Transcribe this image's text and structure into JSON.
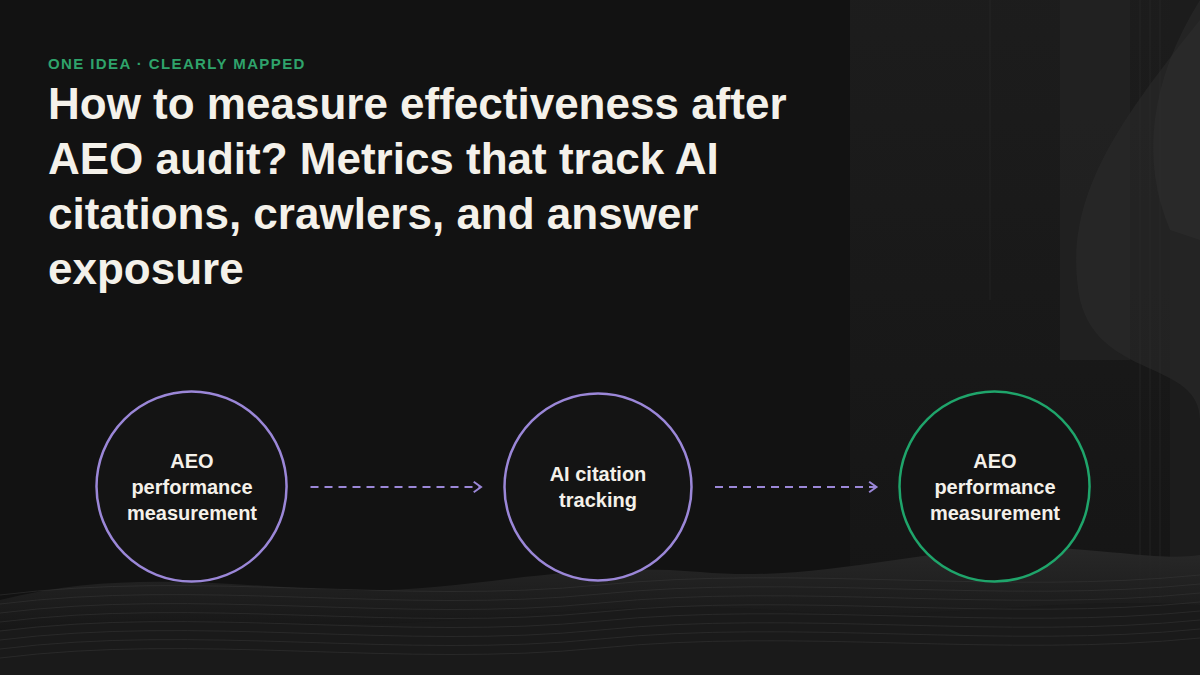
{
  "diagram": {
    "title": "How to measure effectiveness after AEO audit? Metrics that track AI citations, crawlers, and answer exposure",
    "nodes": [
      {
        "text": [
          "AEO performance measurement"
        ]
      },
      {
        "text": [
          "AI citation tracking"
        ]
      },
      {
        "text": [
          "AEO performance measurement"
        ]
      }
    ],
    "edges": [
      {
        "from": 0,
        "to": 1,
        "arrow": "to"
      },
      {
        "from": 1,
        "to": 2,
        "arrow": "to"
      }
    ],
    "labels": [
      "ONE IDEA · CLEARLY MAPPED"
    ]
  }
}
